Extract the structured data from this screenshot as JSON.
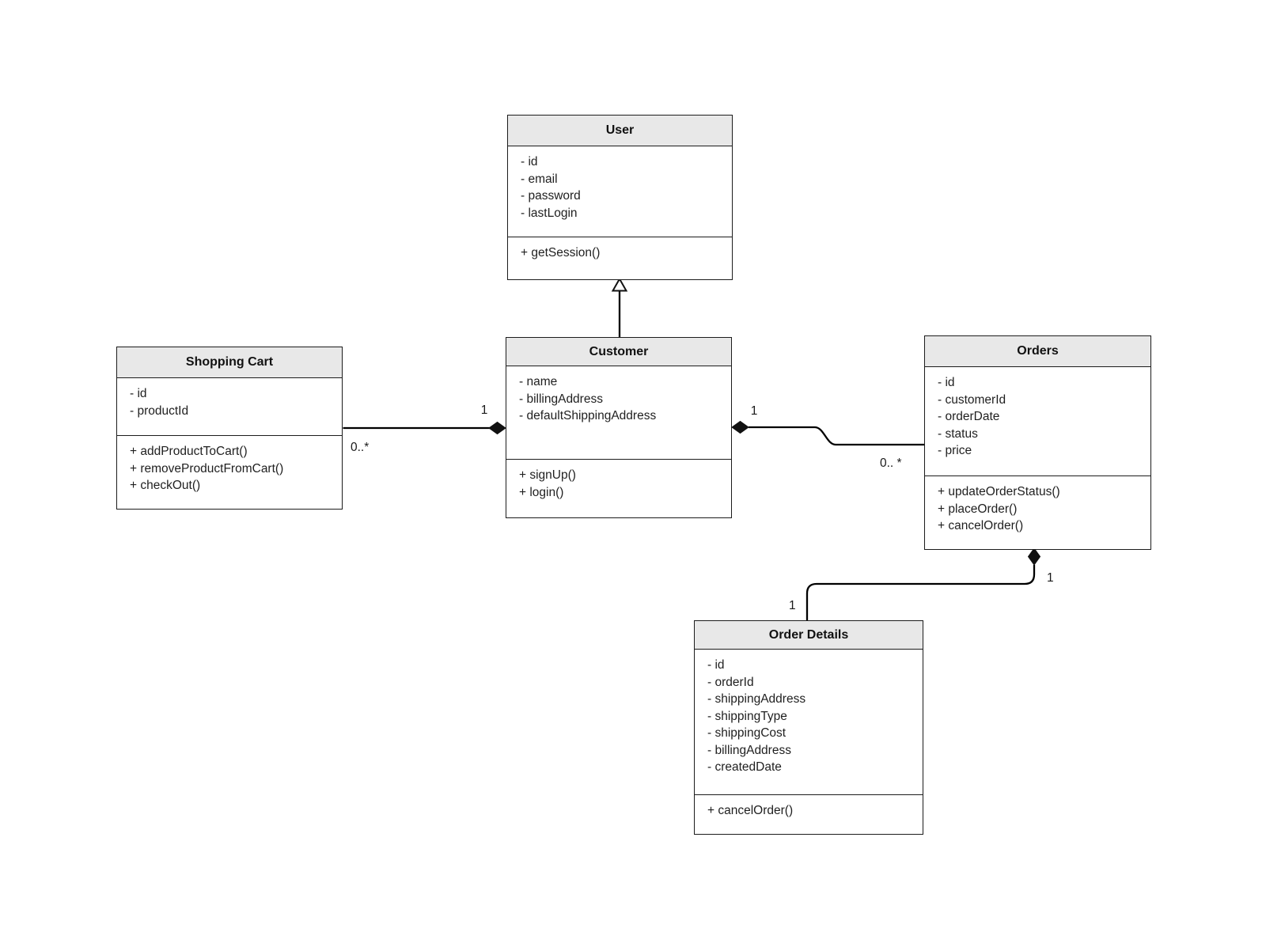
{
  "diagram": {
    "type": "uml-class-diagram",
    "colors": {
      "background": "#ffffff",
      "class_title_bg": "#e8e8e8",
      "class_border": "#1c1c1c",
      "text": "#1a1a1a",
      "connector": "#000000"
    },
    "classes": {
      "user": {
        "title": "User",
        "attributes": [
          "- id",
          "- email",
          "- password",
          "- lastLogin"
        ],
        "methods": [
          "+ getSession()"
        ]
      },
      "customer": {
        "title": "Customer",
        "attributes": [
          "- name",
          "- billingAddress",
          "- defaultShippingAddress"
        ],
        "methods": [
          "+ signUp()",
          "+ login()"
        ]
      },
      "shopping_cart": {
        "title": "Shopping Cart",
        "attributes": [
          "- id",
          "- productId"
        ],
        "methods": [
          "+ addProductToCart()",
          "+ removeProductFromCart()",
          "+ checkOut()"
        ]
      },
      "orders": {
        "title": "Orders",
        "attributes": [
          "- id",
          "- customerId",
          "- orderDate",
          "- status",
          "- price"
        ],
        "methods": [
          "+ updateOrderStatus()",
          "+ placeOrder()",
          "+ cancelOrder()"
        ]
      },
      "order_details": {
        "title": "Order Details",
        "attributes": [
          "- id",
          "- orderId",
          "- shippingAddress",
          "- shippingType",
          "- shippingCost",
          "- billingAddress",
          "- createdDate"
        ],
        "methods": [
          "+ cancelOrder()"
        ]
      }
    },
    "relationships": {
      "customer_user": {
        "type": "generalization",
        "from": "Customer",
        "to": "User"
      },
      "cart_customer": {
        "type": "composition",
        "from": "Shopping Cart",
        "to": "Customer",
        "mult_customer_end": "1",
        "mult_cart_end": "0..*"
      },
      "customer_orders": {
        "type": "composition",
        "from": "Orders",
        "to": "Customer",
        "mult_customer_end": "1",
        "mult_orders_end": "0.. *"
      },
      "orders_details": {
        "type": "composition",
        "from": "Order Details",
        "to": "Orders",
        "mult_orders_end": "1",
        "mult_details_end": "1"
      }
    }
  }
}
